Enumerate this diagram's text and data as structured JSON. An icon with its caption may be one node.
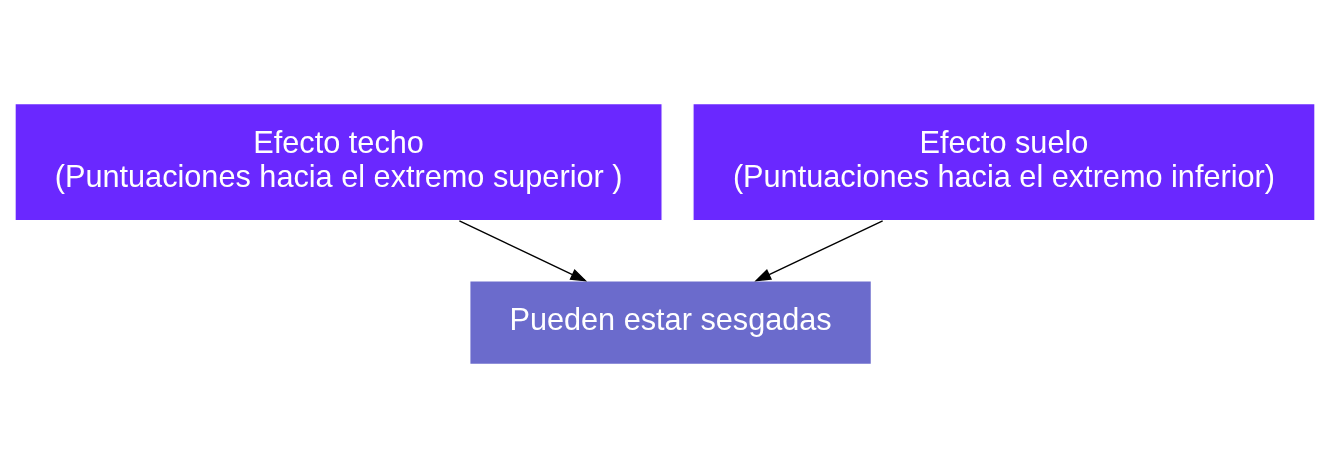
{
  "diagram": {
    "nodes": [
      {
        "text": [
          "Efecto techo",
          "(Puntuaciones hacia el extremo superior )"
        ]
      },
      {
        "text": [
          "Efecto suelo",
          "(Puntuaciones hacia el extremo inferior)"
        ]
      },
      {
        "text": [
          "Pueden estar sesgadas"
        ]
      }
    ],
    "edges": [
      {
        "from": 0,
        "to": 2,
        "arrow": "to"
      },
      {
        "from": 1,
        "to": 2,
        "arrow": "to"
      }
    ]
  }
}
